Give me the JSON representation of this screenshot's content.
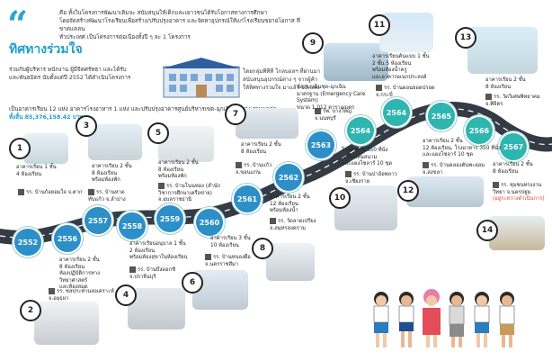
{
  "header": {
    "quote_mark": "“",
    "title": "ทิศทางร่วมใจ",
    "intro_lines": [
      "คือ ทั้งในโครงการพัฒนาเดิมจะ สนับสนุนให้เด็กและเยาวชนได้รับโอกาสทางการศึกษา",
      "โดยจัดสร้างพัฒนาโรงเรียนเพื่อสร้าง/ปรับปรุงอาคาร และจัดหาอุปกรณ์ให้แก่โรงเรียนขยายโอกาส ที่ขาดแคลน",
      "ทั่วประเทศ เป็นโครงการต่อเนื่องทั้งปี ๆ ละ 1 โครงการ"
    ],
    "intro_left": [
      "ร่วมกับผู้บริหาร พนักงาน ผู้มีจิตศรัทธา และได้รับ",
      "และพันธมิตร นับตั้งแต่ปี 2552 ได้ดำเนินโครงการ"
    ],
    "intro_right": [
      "โดยกลุ่มพีทีที โกลบอลฯ ที่ผ่านมา",
      "สนับสนุนอุปกรณ์ต่าง ๆ จากผู้ค้า",
      "ให้ทิศทางร่วมใจ มาแล้ว 13 แห่ง"
    ],
    "intro_bottom": [
      "เป็นอาคารเรียน 12 แห่ง อาคารโรงอาหาร 1 แห่ง และปรับปรุงอาคารศูนย์บริหารเขต-ฉุกเฉิน 1 แห่ง รวมมูลค่า",
      "ทั้งสิ้น 85,376,158.42 บาท"
    ]
  },
  "years": [
    "2552",
    "2556",
    "2557",
    "2558",
    "2559",
    "2560",
    "2561",
    "2562",
    "2563",
    "2564",
    "2564",
    "2565",
    "2566",
    "2567"
  ],
  "pins": [
    "1",
    "2",
    "3",
    "4",
    "5",
    "6",
    "7",
    "8",
    "9",
    "10",
    "11",
    "12",
    "13",
    "14"
  ],
  "captions": {
    "c1": [
      "อาคารเรียน 1 ชั้น",
      "4 ห้องเรียน"
    ],
    "c1s": "รร. บ้านก้อยอมใจ จ.ตาก",
    "c2": [
      "อาคารเรียน 2 ชั้น",
      "8 ห้องเรียน",
      "ห้องปฏิบัติการทางวิทยาศาสตร์",
      "และห้องสมุด"
    ],
    "c2s": "รร. ชลประทานสงเคราะห์ จ.อยุธยา",
    "c3": [
      "อาคารเรียน 2 ชั้น",
      "8 ห้องเรียน",
      "พร้อมห้องพัก"
    ],
    "c3s": "รร. บ้านหาดทับแก้ว จ.ลำปาง",
    "c4": [
      "อาคารเรียนอนุบาล 1 ชั้น",
      "2 ห้องเรียน",
      "พร้อมห้องสุขาในห้องเรียน"
    ],
    "c4s": "รร. บ้านบึงดอกชี จ.ปราจีนบุรี",
    "c5": [
      "อาคารเรียน 2 ชั้น",
      "8 ห้องเรียน",
      "พร้อมห้องพัก"
    ],
    "c5s": "รร. บ้านโนนทอง (สำนักวิชาการศึกษาเครือข่าย) จ.อุบลราชธานี",
    "c6": [
      "อาคารเรียน 3 ชั้น",
      "10 ห้องเรียน"
    ],
    "c6s": "รร. บ้านหนองผือ จ.นครราชสีมา",
    "c7": [
      "อาคารเรียน 2 ชั้น",
      "8 ห้องเรียน"
    ],
    "c7s": "รร. บ้านแก้ว จ.ขอนแก่น",
    "c8": [
      "อาคารเรียน 2 ชั้น",
      "12 ห้องเรียน",
      "พร้อมห้องน้ำ"
    ],
    "c8s": "รร. วัดลาดเปรียง จ.สมุทรสงคราม",
    "c9": [
      "ห้องฉุกเฉินชุด-ฉุกเฉิน",
      "มาตรฐาน (Emergency Care System)",
      "ขนาด 1,012 ตารางเมตร"
    ],
    "c9s": "รพ. บางใหญ่ จ.นนทบุรี",
    "c10": [
      "โรงอาหาร 350 ที่นั่ง",
      "เครื่องเล่นสนาม",
      "และแผงโซลาร์ 10 ชุด"
    ],
    "c10s": "รร. บ้านป่าอ้อพลาว จ.เชียงราย",
    "c11": [
      "อาคารเรียนต้นแบบ 1 ชั้น",
      "2 ชั้น 5 ห้องเรียน",
      "พร้อมห้องน้ำครู",
      "และอาคารอเนกประสงค์"
    ],
    "c11s": "รร. บ้านดอนยอดปรอด จ.กระบี่",
    "c12": [
      "อาคารเรียน 2 ชั้น",
      "12 ห้องเรียน, โรงอาหาร 350 ที่นั่ง",
      "และแผงโซลาร์ 10 ชุด"
    ],
    "c12s": "รร. บ้านคลองคันพะยอม จ.สงขลา",
    "c13": [
      "อาคารเรียน 2 ชั้น",
      "8 ห้องเรียน"
    ],
    "c13s": "รร. วัดวิเศษพิทยาคม จ.พิจิตร",
    "c14": [
      "อาคารเรียน 2 ชั้น",
      "8 ห้องเรียน"
    ],
    "c14s": "รร. ชุมชนทรงงานวิทยา จ.นครปฐม",
    "c14n": "(อยู่ระหว่างดำเนินการ)"
  },
  "colors": {
    "road": "#353b45",
    "accent": "#2aa6c9",
    "year_blue": "#2d8fc8",
    "year_teal": "#2fb5b0",
    "pin_border": "#222222"
  }
}
